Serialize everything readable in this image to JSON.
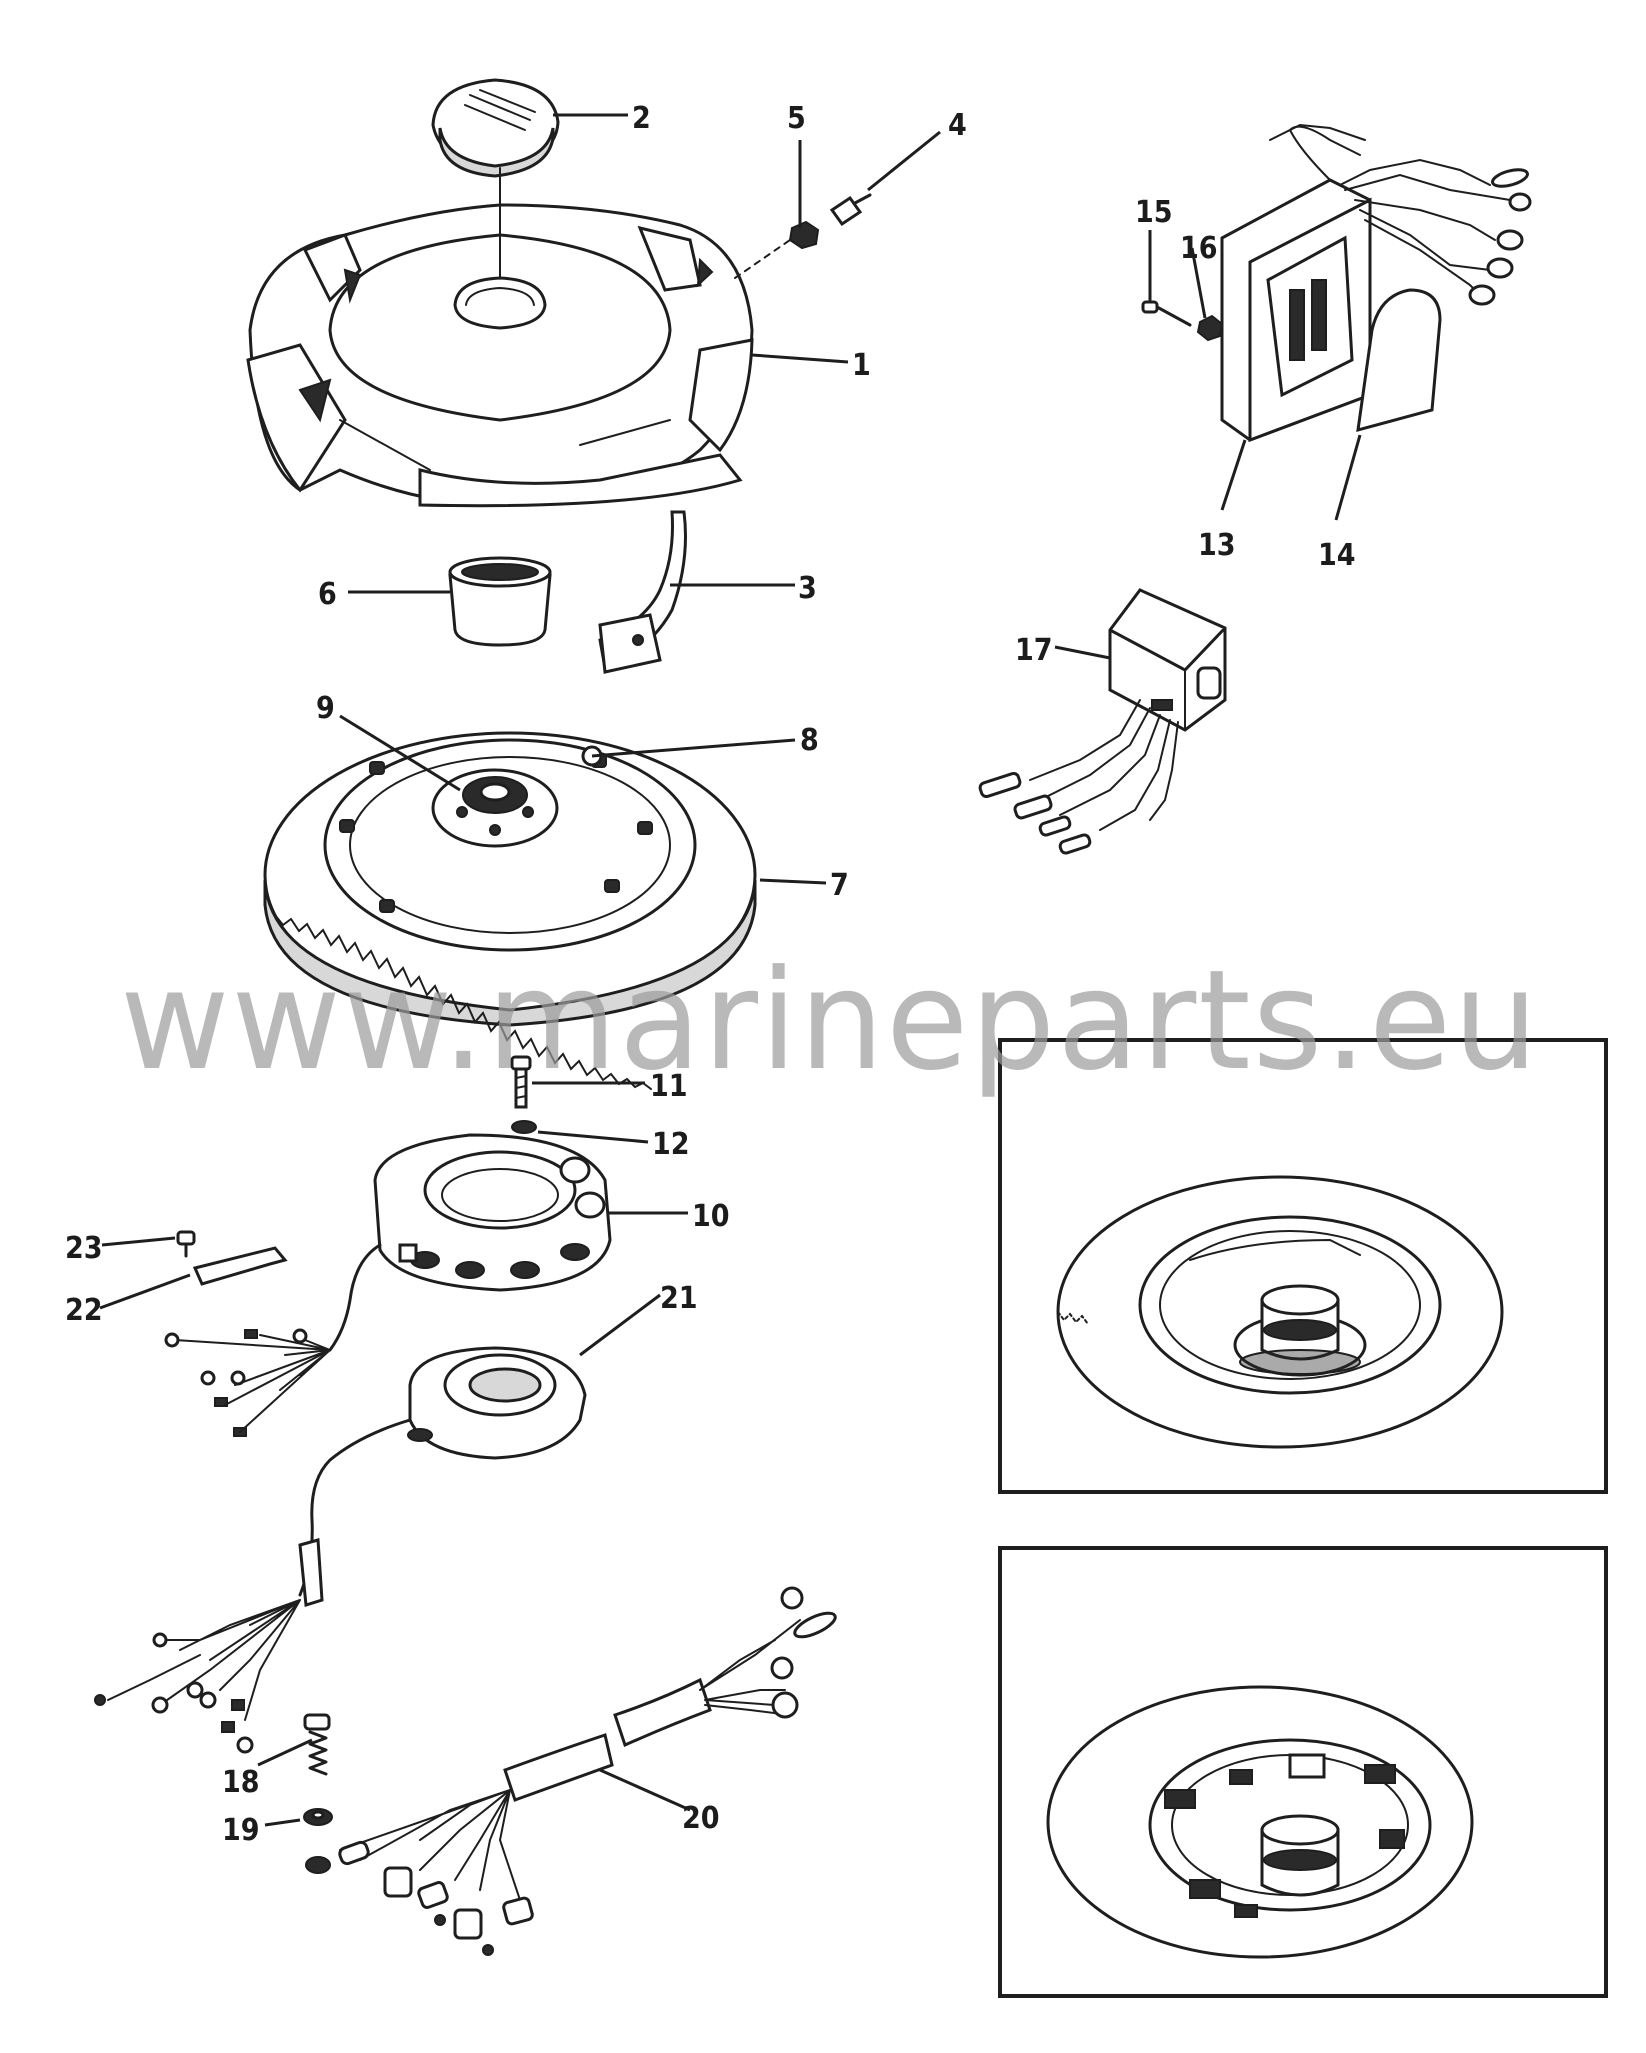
{
  "watermark": "www.marineparts.eu",
  "callouts": {
    "c1": "1",
    "c2": "2",
    "c3": "3",
    "c4": "4",
    "c5": "5",
    "c6": "6",
    "c7": "7",
    "c8": "8",
    "c9": "9",
    "c10": "10",
    "c11": "11",
    "c12": "12",
    "c13": "13",
    "c14": "14",
    "c15": "15",
    "c16": "16",
    "c17": "17",
    "c18": "18",
    "c19": "19",
    "c20": "20",
    "c21": "21",
    "c22": "22",
    "c23": "23"
  },
  "parts": [
    {
      "ref": "1",
      "name": "flywheel-cover-icon"
    },
    {
      "ref": "2",
      "name": "cover-cap-icon"
    },
    {
      "ref": "3",
      "name": "bracket-icon"
    },
    {
      "ref": "4",
      "name": "screw-icon"
    },
    {
      "ref": "5",
      "name": "nut-icon"
    },
    {
      "ref": "6",
      "name": "cup-icon"
    },
    {
      "ref": "7",
      "name": "flywheel-icon"
    },
    {
      "ref": "8",
      "name": "flywheel-bolt-icon"
    },
    {
      "ref": "9",
      "name": "flywheel-hub-icon"
    },
    {
      "ref": "10",
      "name": "stator-icon"
    },
    {
      "ref": "11",
      "name": "stator-screw-icon"
    },
    {
      "ref": "12",
      "name": "stator-washer-icon"
    },
    {
      "ref": "13",
      "name": "switch-box-icon"
    },
    {
      "ref": "14",
      "name": "gasket-icon"
    },
    {
      "ref": "15",
      "name": "switch-box-screw-icon"
    },
    {
      "ref": "16",
      "name": "switch-box-nut-icon"
    },
    {
      "ref": "17",
      "name": "rectifier-icon"
    },
    {
      "ref": "18",
      "name": "spring-icon"
    },
    {
      "ref": "19",
      "name": "washer-icon"
    },
    {
      "ref": "20",
      "name": "wiring-harness-icon"
    },
    {
      "ref": "21",
      "name": "trigger-icon"
    },
    {
      "ref": "22",
      "name": "clamp-icon"
    },
    {
      "ref": "23",
      "name": "clamp-screw-icon"
    }
  ]
}
